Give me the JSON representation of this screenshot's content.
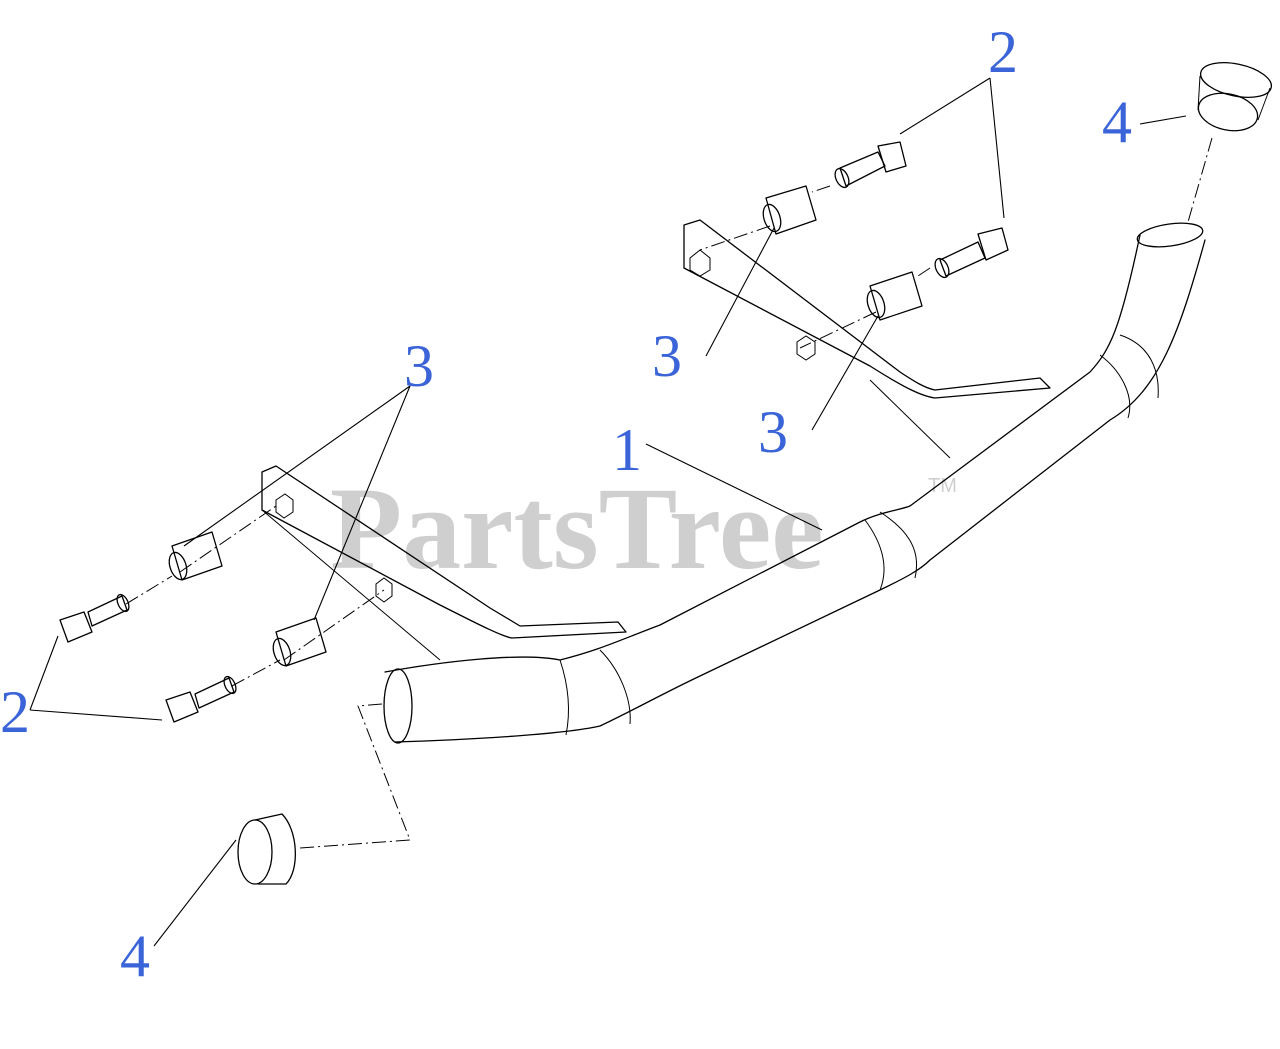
{
  "watermark": {
    "text": "PartsTree",
    "trademark": "TM"
  },
  "callouts": {
    "c1": "1",
    "c2_top": "2",
    "c2_left": "2",
    "c3_top_a": "3",
    "c3_top_b": "3",
    "c3_left": "3",
    "c4_top": "4",
    "c4_bottom": "4"
  },
  "colors": {
    "callout": "#3a64d8",
    "watermark": "#cfcfcf",
    "line": "#000000"
  }
}
